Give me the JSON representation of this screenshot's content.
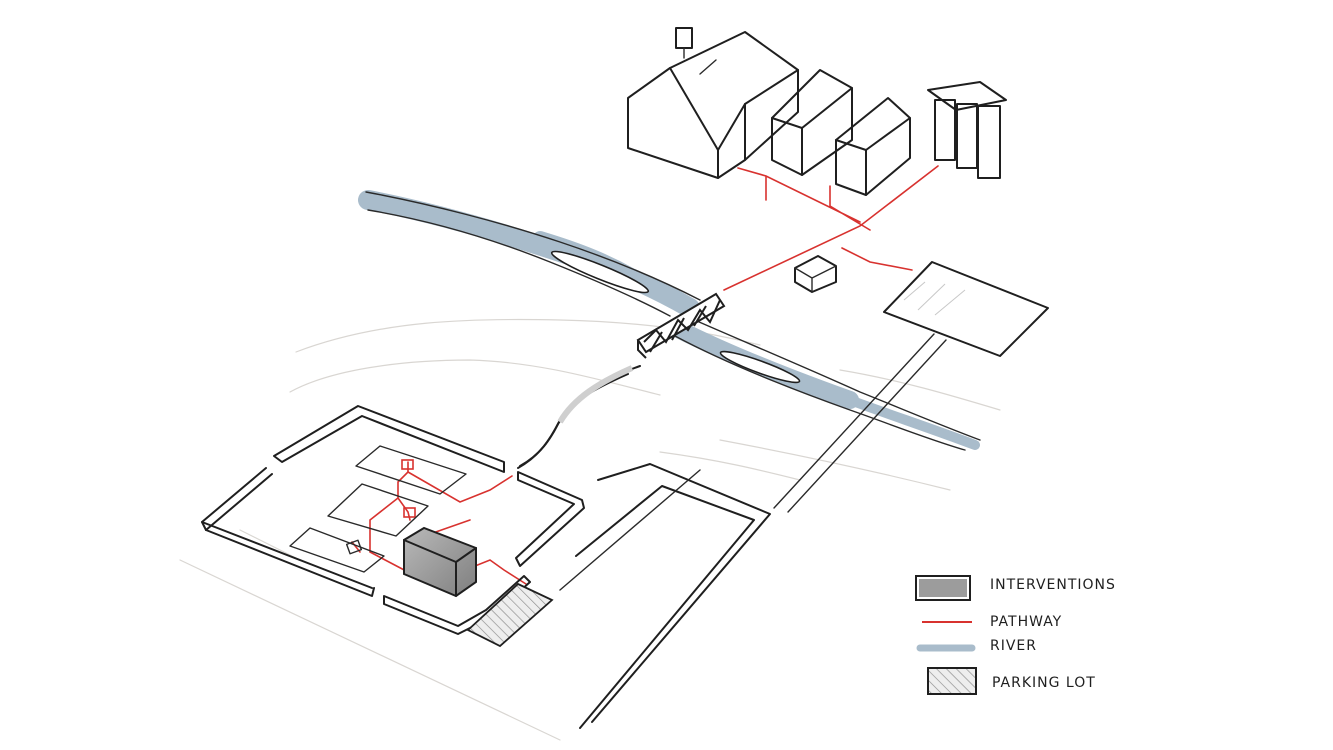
{
  "legend": {
    "items": [
      {
        "key": "interventions",
        "label": "INTERVENTIONS",
        "swatch": "box"
      },
      {
        "key": "pathway",
        "label": "PATHWAY",
        "swatch": "line"
      },
      {
        "key": "river",
        "label": "RIVER",
        "swatch": "band"
      },
      {
        "key": "parking",
        "label": "PARKING LOT",
        "swatch": "hatch"
      }
    ]
  },
  "colors": {
    "paper": "#ffffff",
    "ink": "#1f1f1f",
    "pathway": "#d8322f",
    "river": "#a9bccb",
    "intervention_fill": "#9c9c9c",
    "bridge": "#2b2b2b"
  },
  "icons": [
    "intervention-box-swatch",
    "pathway-line-swatch",
    "river-band-swatch",
    "parking-hatch-swatch"
  ]
}
